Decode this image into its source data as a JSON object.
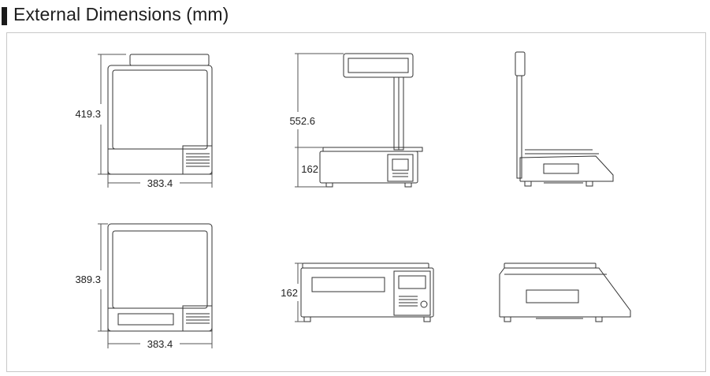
{
  "title": "External Dimensions (mm)",
  "dimensions": {
    "pole_front_height": "419.3",
    "pole_front_width": "383.4",
    "pole_side_total_height": "552.6",
    "pole_side_base_height": "162",
    "flat_front_height": "389.3",
    "flat_front_width": "383.4",
    "flat_side_height": "162"
  },
  "colors": {
    "line": "#333333",
    "frame": "#c8c8c8",
    "dim_line": "#555555"
  }
}
